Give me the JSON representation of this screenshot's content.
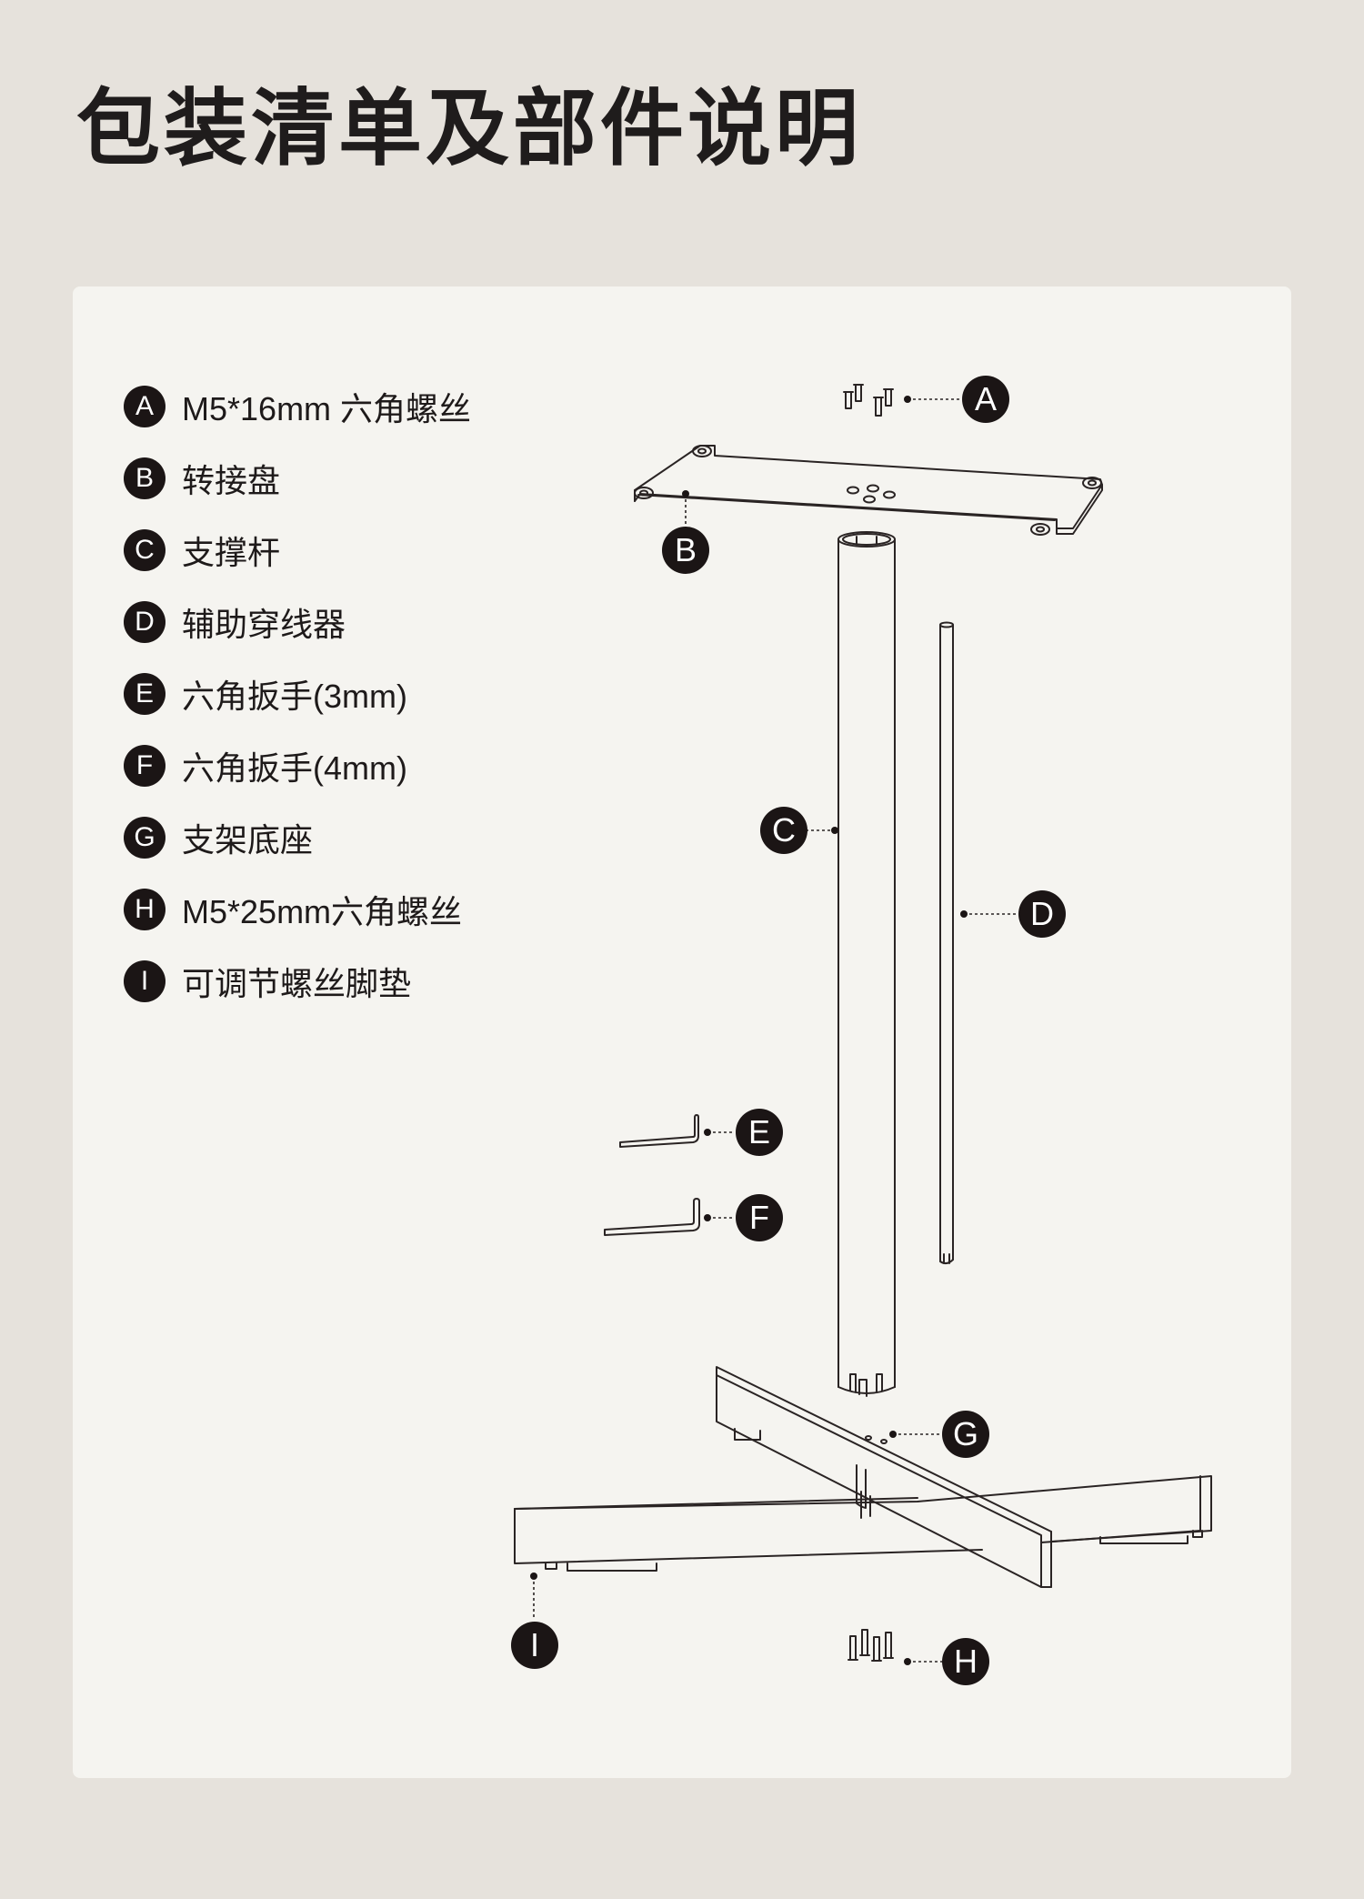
{
  "title": "包装清单及部件说明",
  "parts": [
    {
      "letter": "A",
      "label": "M5*16mm 六角螺丝"
    },
    {
      "letter": "B",
      "label": "转接盘"
    },
    {
      "letter": "C",
      "label": "支撑杆"
    },
    {
      "letter": "D",
      "label": "辅助穿线器"
    },
    {
      "letter": "E",
      "label": "六角扳手(3mm)"
    },
    {
      "letter": "F",
      "label": "六角扳手(4mm)"
    },
    {
      "letter": "G",
      "label": "支架底座"
    },
    {
      "letter": "H",
      "label": "M5*25mm六角螺丝"
    },
    {
      "letter": "I",
      "label": "可调节螺丝脚垫"
    }
  ],
  "colors": {
    "page_background": "#e6e2dc",
    "card_background": "#f5f4f0",
    "badge": "#1b1515",
    "line_art": "#2a2424"
  }
}
